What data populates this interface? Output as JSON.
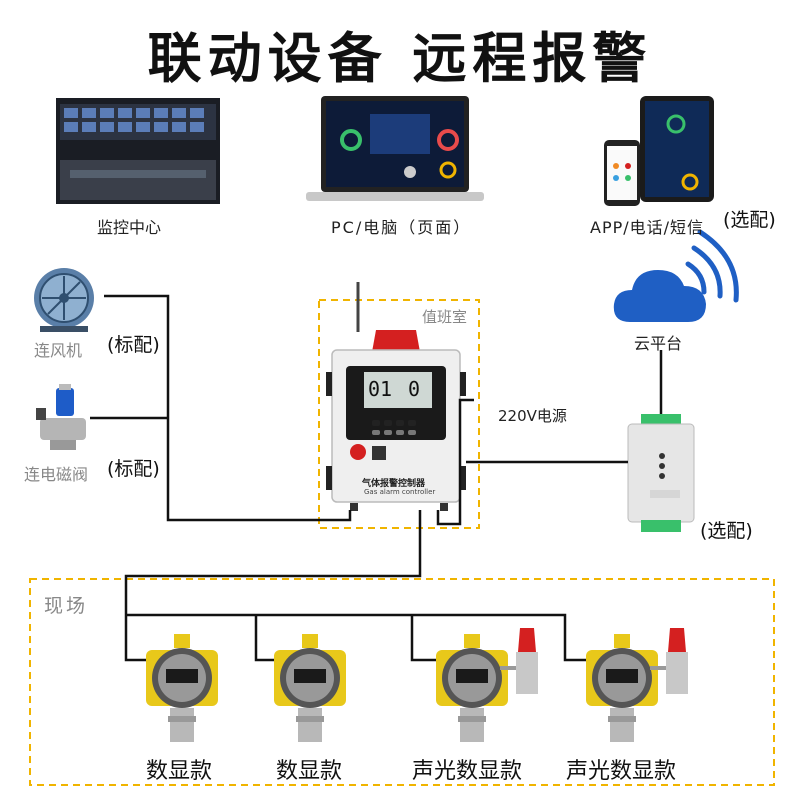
{
  "title": "联动设备  远程报警",
  "top_devices": [
    {
      "label": "监控中心"
    },
    {
      "label": "PC/电脑（页面）"
    },
    {
      "label": "APP/电话/短信",
      "note": "(选配)"
    }
  ],
  "left_devices": [
    {
      "label": "连风机",
      "note": "(标配)"
    },
    {
      "label": "连电磁阀",
      "note": "(标配)"
    }
  ],
  "controller": {
    "room_label": "值班室",
    "display_left": "01",
    "display_right": "0",
    "name_cn": "气体报警控制器",
    "name_en": "Gas alarm controller"
  },
  "power_label": "220V电源",
  "cloud_label": "云平台",
  "module_note": "(选配)",
  "site_label": "现场",
  "detectors": [
    {
      "label": "数显款",
      "alarm": false
    },
    {
      "label": "数显款",
      "alarm": false
    },
    {
      "label": "声光数显款",
      "alarm": true
    },
    {
      "label": "声光数显款",
      "alarm": true
    }
  ],
  "colors": {
    "dashed_border": "#f0b400",
    "wire": "#111111",
    "alarm_red": "#d42020",
    "cloud_blue": "#1f5fc4",
    "detector_yellow": "#e8c81a"
  }
}
